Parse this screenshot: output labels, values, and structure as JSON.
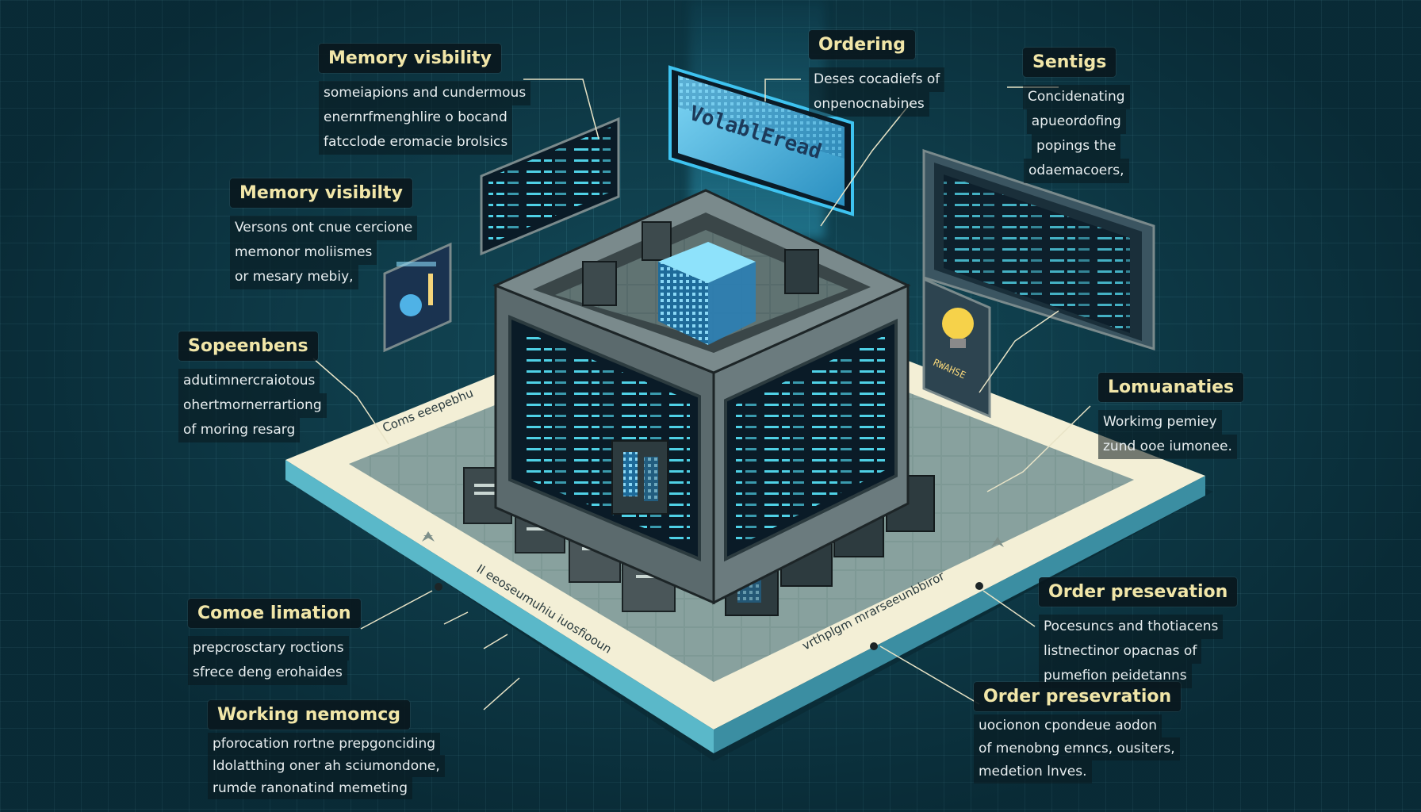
{
  "screen": {
    "title": "VolablEread"
  },
  "labels": [
    {
      "id": "memory-visibility-top",
      "title": "Memory visbility",
      "lines": [
        "someiapions and cundermous",
        "enernrfmenghlire o bocand",
        "fatcclode eromacie brolsics"
      ]
    },
    {
      "id": "memory-visibility-left",
      "title": "Memory visibilty",
      "lines": [
        "Versons ont cnue cercione",
        "memonor moliismes",
        "or mesary mebiy,"
      ]
    },
    {
      "id": "sopeenbens",
      "title": "Sopeenbens",
      "lines": [
        "adutimnercraiotous",
        "ohertmornerrartiong",
        "of moring resarg"
      ]
    },
    {
      "id": "comoe-limation",
      "title": "Comoe limation",
      "lines": [
        "prepcrosctary roctions",
        "sfrece deng erohaides"
      ]
    },
    {
      "id": "working-memory",
      "title": "Working nemomcg",
      "lines": [
        "pforocation rortne prepgonciding",
        "ldolatthing oner ah sciumondone,",
        "rumde ranonatind memeting"
      ]
    },
    {
      "id": "ordering",
      "title": "Ordering",
      "lines": [
        "Deses cocadiefs of",
        "onpenocnabines"
      ]
    },
    {
      "id": "sentigs",
      "title": "Sentigs",
      "lines": [
        "Concidenating",
        "apueordofing",
        "popings the",
        "odaemacoers,"
      ]
    },
    {
      "id": "lomuanaties",
      "title": "Lomuanaties",
      "lines": [
        "Workimg pemiey",
        "zund ooe iumonee."
      ]
    },
    {
      "id": "order-preservation-1",
      "title": "Order presevation",
      "lines": [
        "Pocesuncs and thotiacens",
        "listnectinor opacnas of",
        "pumefion peidetanns"
      ]
    },
    {
      "id": "order-preservation-2",
      "title": "Order presevration",
      "lines": [
        "uocionon cpondeue aodon",
        "of menobng emncs, ousiters,",
        "medetion lnves."
      ]
    }
  ],
  "platform": {
    "edge_text_left": "Coms eeepebhu",
    "edge_text_front": "Il eeoseumuhiu iuosfiooun",
    "edge_text_right": "vrthplgm mrarseeunbbiror",
    "screen_panel_tag": "RWAHSE"
  },
  "colors": {
    "background": "#0e3a47",
    "grid": "#6fc6d8",
    "label_bg": "#0a181e",
    "label_title": "#f1e6a8",
    "label_text": "#e8eef0",
    "accent_glow": "#3ec3f0",
    "platform": "#f3efd6"
  }
}
